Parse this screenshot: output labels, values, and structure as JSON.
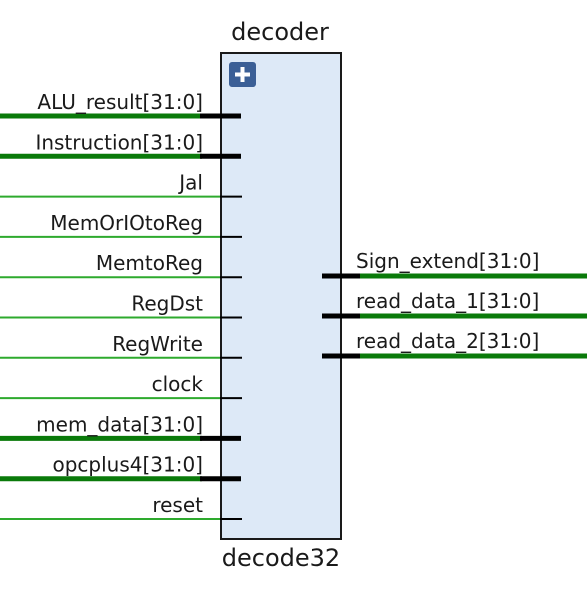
{
  "block": {
    "title": "decoder",
    "subtitle": "decode32",
    "expand_icon": "plus-icon"
  },
  "colors": {
    "block_fill": "#dde9f7",
    "block_border": "#1a1a1a",
    "bus_wire": "#0a7a0a",
    "single_wire": "#2eaa2e",
    "pin_stub": "#000000",
    "icon_fill": "#3b5f96"
  },
  "inputs": [
    {
      "label": "ALU_result[31:0]",
      "bus": true
    },
    {
      "label": "Instruction[31:0]",
      "bus": true
    },
    {
      "label": "Jal",
      "bus": false
    },
    {
      "label": "MemOrIOtoReg",
      "bus": false
    },
    {
      "label": "MemtoReg",
      "bus": false
    },
    {
      "label": "RegDst",
      "bus": false
    },
    {
      "label": "RegWrite",
      "bus": false
    },
    {
      "label": "clock",
      "bus": false
    },
    {
      "label": "mem_data[31:0]",
      "bus": true
    },
    {
      "label": "opcplus4[31:0]",
      "bus": true
    },
    {
      "label": "reset",
      "bus": false
    }
  ],
  "outputs": [
    {
      "label": "Sign_extend[31:0]",
      "bus": true
    },
    {
      "label": "read_data_1[31:0]",
      "bus": true
    },
    {
      "label": "read_data_2[31:0]",
      "bus": true
    }
  ]
}
